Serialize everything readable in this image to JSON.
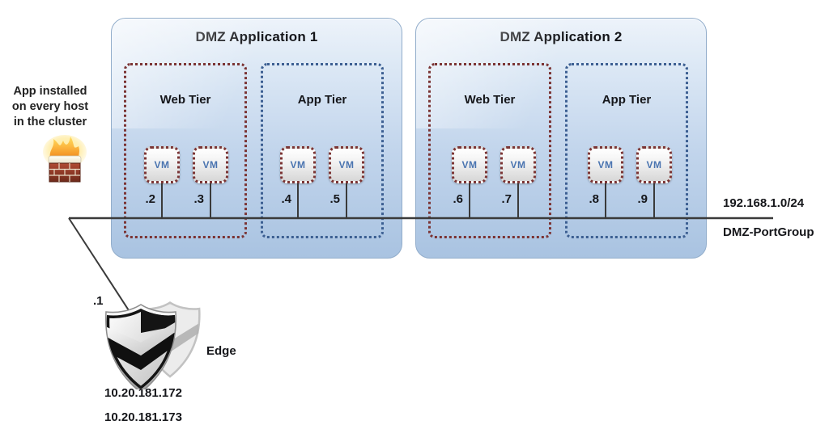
{
  "note": {
    "lines": [
      "App installed",
      "on every host",
      "in the cluster"
    ]
  },
  "network": {
    "subnet": "192.168.1.0/24",
    "portgroup": "DMZ-PortGroup",
    "edge_ip_suffix": ".1"
  },
  "edge": {
    "label": "Edge",
    "ips": [
      "10.20.181.172",
      "10.20.181.173"
    ]
  },
  "apps": [
    {
      "title": "DMZ Application 1",
      "tiers": [
        {
          "name": "Web Tier",
          "vms": [
            {
              "label": "VM",
              "ip": ".2"
            },
            {
              "label": "VM",
              "ip": ".3"
            }
          ]
        },
        {
          "name": "App Tier",
          "vms": [
            {
              "label": "VM",
              "ip": ".4"
            },
            {
              "label": "VM",
              "ip": ".5"
            }
          ]
        }
      ]
    },
    {
      "title": "DMZ Application 2",
      "tiers": [
        {
          "name": "Web Tier",
          "vms": [
            {
              "label": "VM",
              "ip": ".6"
            },
            {
              "label": "VM",
              "ip": ".7"
            }
          ]
        },
        {
          "name": "App Tier",
          "vms": [
            {
              "label": "VM",
              "ip": ".8"
            },
            {
              "label": "VM",
              "ip": ".9"
            }
          ]
        }
      ]
    }
  ],
  "icons": {
    "firewall": "firewall-icon",
    "edge_shield": "edge-shield-icon"
  },
  "colors": {
    "app_box_bottom": "#a9c3e1",
    "web_tier_border": "#7b3434",
    "app_tier_border": "#3c5f92",
    "vm_border": "#7b3434",
    "vm_text": "#4a74b0",
    "line": "#3a3a3a"
  }
}
